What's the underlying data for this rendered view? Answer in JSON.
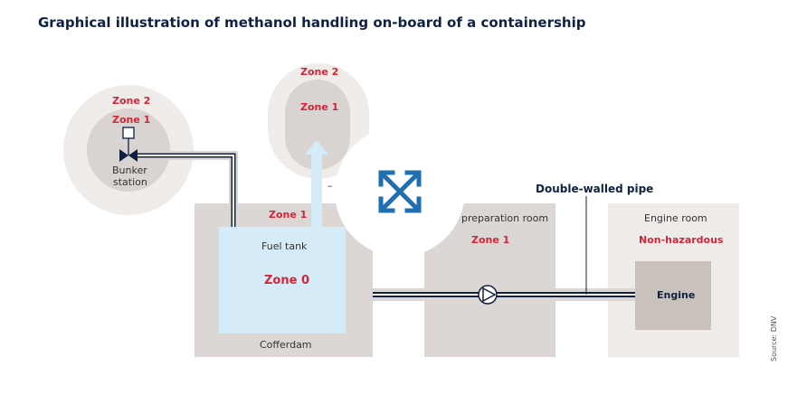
{
  "title": "Graphical illustration of methanol handling on-board of a containership",
  "bunker": {
    "zone_outer": "Zone 2",
    "zone_inner": "Zone 1",
    "label_line1": "Bunker",
    "label_line2": "station"
  },
  "vent": {
    "zone_outer": "Zone 2",
    "zone_inner": "Zone 1"
  },
  "cofferdam": {
    "zone": "Zone 1",
    "label": "Cofferdam"
  },
  "fuel_tank": {
    "label": "Fuel tank",
    "zone": "Zone 0"
  },
  "prep_room": {
    "label": "preparation room",
    "zone": "Zone 1",
    "dash": "–"
  },
  "pipe_label": "Double-walled pipe",
  "engine_room": {
    "label": "Engine room",
    "zone": "Non-hazardous",
    "engine": "Engine"
  },
  "source": "Source: DNV",
  "colors": {
    "title": "#0f2143",
    "zone_red": "#d1263a",
    "room_grey": "#dcd7d4",
    "engine_room_grey": "#eeebe9",
    "tank_blue": "#d5ebf8",
    "expand_icon_blue": "#1f6fb2"
  },
  "icons": [
    "valve-icon",
    "pump-icon",
    "expand-icon"
  ]
}
